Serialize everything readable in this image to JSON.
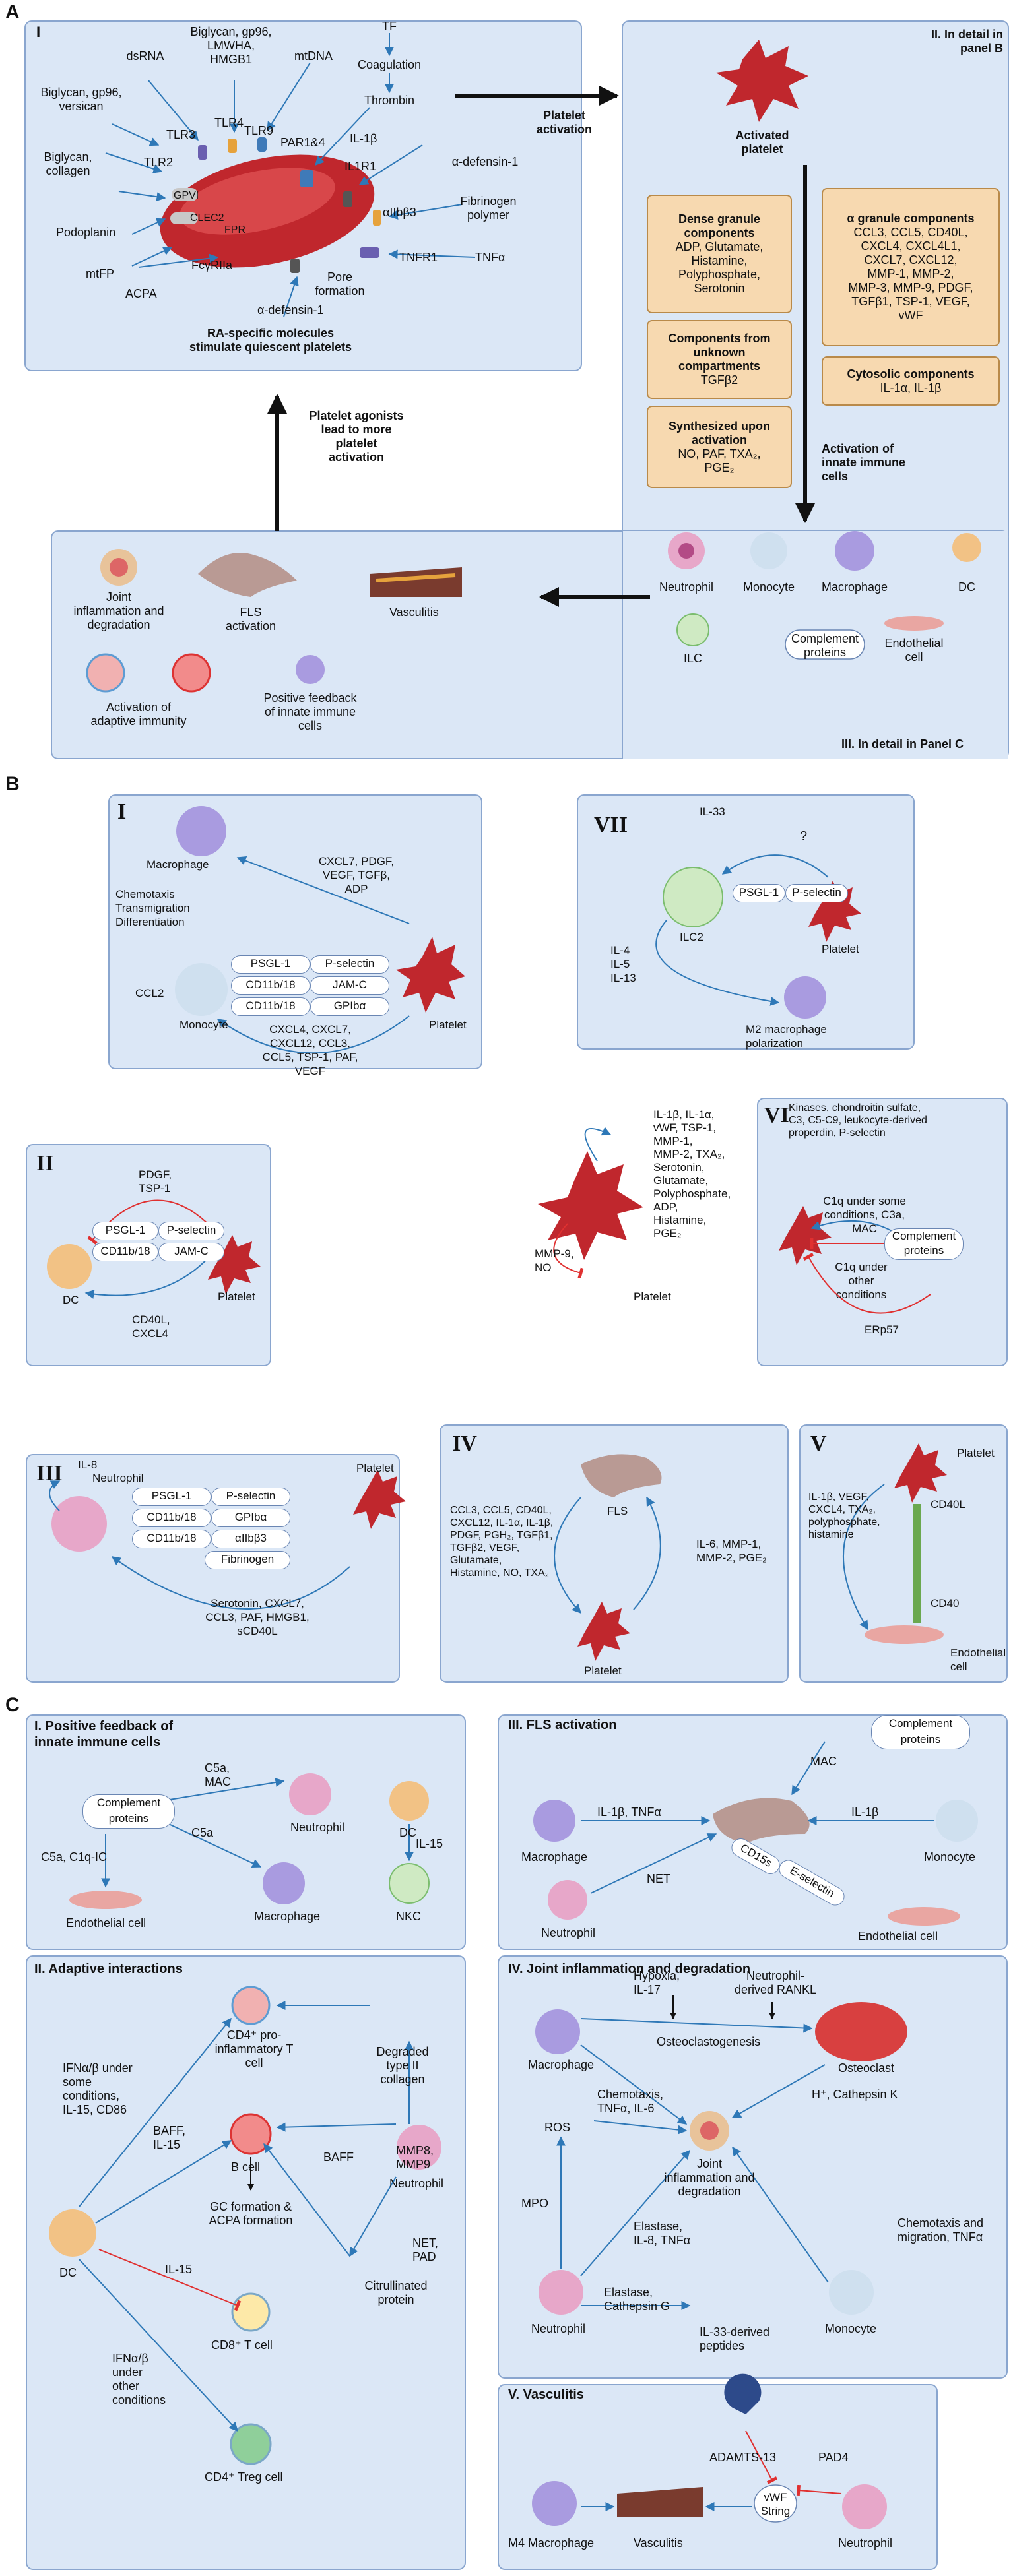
{
  "sections": {
    "a": "A",
    "b": "B",
    "c": "C"
  },
  "A": {
    "panel_i": {
      "num": "I",
      "caption": "RA-specific molecules\nstimulate quiescent platelets"
    },
    "ligands": {
      "dsrna": "dsRNA",
      "biglycan_lmwha": "Biglycan, gp96,\nLMWHA,\nHMGB1",
      "mtdna": "mtDNA",
      "tf": "TF",
      "coagulation": "Coagulation",
      "thrombin": "Thrombin",
      "il1b": "IL-1β",
      "biglycan_versican": "Biglycan, gp96,\nversican",
      "biglycan_collagen": "Biglycan,\ncollagen",
      "podoplanin": "Podoplanin",
      "mtfp": "mtFP",
      "acpa": "ACPA",
      "defensin1": "α-defensin-1",
      "defensin2": "α-defensin-1",
      "fibrinogen": "Fibrinogen\npolymer",
      "tnfa": "TNFα"
    },
    "receptors": {
      "tlr3": "TLR3",
      "tlr4": "TLR4",
      "tlr9": "TLR9",
      "tlr2": "TLR2",
      "par": "PAR1&4",
      "il1r1": "IL1R1",
      "gpvi": "GPVI",
      "clec2": "CLEC2",
      "fpr": "FPR",
      "fcgr": "FcγRIIa",
      "aiib": "αIIbβ3",
      "tnfr1": "TNFR1",
      "pore": "Pore\nformation"
    },
    "platelet_activation": "Platelet\nactivation",
    "panel_ii": {
      "label": "II. In detail in\npanel B",
      "activated": "Activated\nplatelet",
      "dense": {
        "h": "Dense granule\ncomponents",
        "b": "ADP, Glutamate,\nHistamine,\nPolyphosphate,\nSerotonin"
      },
      "unknown": {
        "h": "Components from\nunknown\ncompartments",
        "b": "TGFβ2"
      },
      "synth": {
        "h": "Synthesized upon\nactivation",
        "b": "NO, PAF, TXA₂,\nPGE₂"
      },
      "alpha": {
        "h": "α granule components",
        "b": "CCL3, CCL5, CD40L,\nCXCL4, CXCL4L1,\nCXCL7, CXCL12,\nMMP-1, MMP-2,\nMMP-3, MMP-9, PDGF,\nTGFβ1, TSP-1, VEGF,\nvWF"
      },
      "cyto": {
        "h": "Cytosolic components",
        "b": "IL-1α, IL-1β"
      },
      "innate": "Activation of\ninnate immune\ncells"
    },
    "agonists": "Platelet agonists\nlead to more\nplatelet\nactivation",
    "panel_iii": {
      "label": "III. In detail in Panel C",
      "joint": "Joint\ninflammation and\ndegradation",
      "fls": "FLS\nactivation",
      "vasc": "Vasculitis",
      "adaptive": "Activation of\nadaptive immunity",
      "feedback": "Positive feedback\nof innate immune\ncells",
      "neutrophil": "Neutrophil",
      "monocyte": "Monocyte",
      "macrophage": "Macrophage",
      "dc": "DC",
      "ilc": "ILC",
      "complement": "Complement\nproteins",
      "endo": "Endothelial\ncell"
    }
  },
  "B": {
    "I": {
      "num": "I",
      "macrophage": "Macrophage",
      "chemo": "Chemotaxis\nTransmigration\nDifferentiation",
      "top": "CXCL7, PDGF,\nVEGF, TGFβ,\nADP",
      "ccl2": "CCL2",
      "monocyte": "Monocyte",
      "platelet": "Platelet",
      "pairs": [
        [
          "PSGL-1",
          "P-selectin"
        ],
        [
          "CD11b/18",
          "JAM-C"
        ],
        [
          "CD11b/18",
          "GPIbα"
        ]
      ],
      "bottom": "CXCL4, CXCL7,\nCXCL12, CCL3,\nCCL5, TSP-1, PAF,\nVEGF"
    },
    "VII": {
      "num": "VII",
      "il33": "IL-33",
      "q": "?",
      "psgl": "PSGL-1",
      "psel": "P-selectin",
      "ilc2": "ILC2",
      "platelet": "Platelet",
      "ils": "IL-4\nIL-5\nIL-13",
      "m2": "M2 macrophage\npolarization"
    },
    "center": {
      "list": "IL-1β, IL-1α,\nvWF, TSP-1,\nMMP-1,\nMMP-2, TXA₂,\nSerotonin,\nGlutamate,\nPolyphosphate,\nADP,\nHistamine,\nPGE₂",
      "mmp9": "MMP-9,\nNO",
      "platelet": "Platelet"
    },
    "II": {
      "num": "II",
      "pdgf": "PDGF,\nTSP-1",
      "pairs": [
        [
          "PSGL-1",
          "P-selectin"
        ],
        [
          "CD11b/18",
          "JAM-C"
        ]
      ],
      "dc": "DC",
      "platelet": "Platelet",
      "cd40": "CD40L,\nCXCL4"
    },
    "VI": {
      "num": "VI",
      "top": "Kinases, chondroitin sulfate,\nC3, C5-C9, leukocyte-derived\nproperdin, P-selectin",
      "c1q1": "C1q under some\nconditions, C3a,\nMAC",
      "complement": "Complement\nproteins",
      "c1q2": "C1q under\nother\nconditions",
      "erp": "ERp57"
    },
    "III": {
      "num": "III",
      "il8": "IL-8",
      "neutrophil": "Neutrophil",
      "platelet": "Platelet",
      "pairs": [
        [
          "PSGL-1",
          "P-selectin"
        ],
        [
          "CD11b/18",
          "GPIbα"
        ],
        [
          "CD11b/18",
          "αIIbβ3"
        ]
      ],
      "fib": "Fibrinogen",
      "bottom": "Serotonin, CXCL7,\nCCL3, PAF, HMGB1,\nsCD40L"
    },
    "IV": {
      "num": "IV",
      "fls": "FLS",
      "left": "CCL3, CCL5, CD40L,\nCXCL12, IL-1α, IL-1β,\nPDGF, PGH₂, TGFβ1,\nTGFβ2, VEGF,\nGlutamate,\nHistamine, NO, TXA₂",
      "right": "IL-6, MMP-1,\nMMP-2, PGE₂",
      "platelet": "Platelet"
    },
    "V": {
      "num": "V",
      "platelet": "Platelet",
      "cd40l": "CD40L",
      "cd40": "CD40",
      "list": "IL-1β, VEGF,\nCXCL4, TXA₂,\npolyphosphate,\nhistamine",
      "endo": "Endothelial\ncell"
    }
  },
  "C": {
    "I": {
      "title": "I. Positive feedback of\ninnate immune cells",
      "complement": "Complement\nproteins",
      "c5a_mac": "C5a,\nMAC",
      "c5a": "C5a",
      "c5a_c1q": "C5a, C1q-IC",
      "neutrophil": "Neutrophil",
      "dc": "DC",
      "il15": "IL-15",
      "endo": "Endothelial cell",
      "macrophage": "Macrophage",
      "nkc": "NKC"
    },
    "III": {
      "title": "III. FLS activation",
      "complement": "Complement\nproteins",
      "mac": "MAC",
      "il1b_tnf": "IL-1β, TNFα",
      "il1b": "IL-1β",
      "macrophage": "Macrophage",
      "monocyte": "Monocyte",
      "net": "NET",
      "neutrophil": "Neutrophil",
      "cd15s": "CD15s",
      "esel": "E-selectin",
      "endo": "Endothelial cell"
    },
    "II": {
      "title": "II. Adaptive interactions",
      "cd4": "CD4⁺ pro-\ninflammatory T\ncell",
      "degraded": "Degraded\ntype II\ncollagen",
      "ifn1": "IFNα/β under\nsome\nconditions,\nIL-15, CD86",
      "bcell": "B cell",
      "mmp": "MMP8,\nMMP9",
      "baff1": "BAFF,\nIL-15",
      "baff2": "BAFF",
      "gc": "GC formation &\nACPA formation",
      "neutrophil": "Neutrophil",
      "dc": "DC",
      "il15": "IL-15",
      "net": "NET,\nPAD",
      "cit": "Citrullinated\nprotein",
      "cd8": "CD8⁺ T cell",
      "ifn2": "IFNα/β\nunder\nother\nconditions",
      "treg": "CD4⁺ Treg cell"
    },
    "IV": {
      "title": "IV. Joint inflammation and degradation",
      "hypoxia": "Hypoxia,\nIL-17",
      "nrankl": "Neutrophil-\nderived RANKL",
      "macrophage": "Macrophage",
      "osteoclasto": "Osteoclastogenesis",
      "osteoclast": "Osteoclast",
      "chemo1": "Chemotaxis,\nTNFα, IL-6",
      "hcath": "H⁺, Cathepsin K",
      "ros": "ROS",
      "joint": "Joint\ninflammation and\ndegradation",
      "mpo": "MPO",
      "elastase1": "Elastase,\nIL-8, TNFα",
      "chemo2": "Chemotaxis and\nmigration, TNFα",
      "elastase2": "Elastase,\nCathepsin G",
      "il33": "IL-33-derived\npeptides",
      "neutrophil": "Neutrophil",
      "monocyte": "Monocyte"
    },
    "V": {
      "title": "V. Vasculitis",
      "adamts": "ADAMTS-13",
      "pad4": "PAD4",
      "vwf": "vWF\nString",
      "m4": "M4 Macrophage",
      "vasc": "Vasculitis",
      "neutrophil": "Neutrophil"
    }
  },
  "colors": {
    "panel": "#dbe7f6",
    "border": "#8aa6cf",
    "platelet": "#c0272d",
    "arrow": "#2e78b7",
    "inhibit": "#e03030",
    "tan": "#f7d9b0"
  }
}
